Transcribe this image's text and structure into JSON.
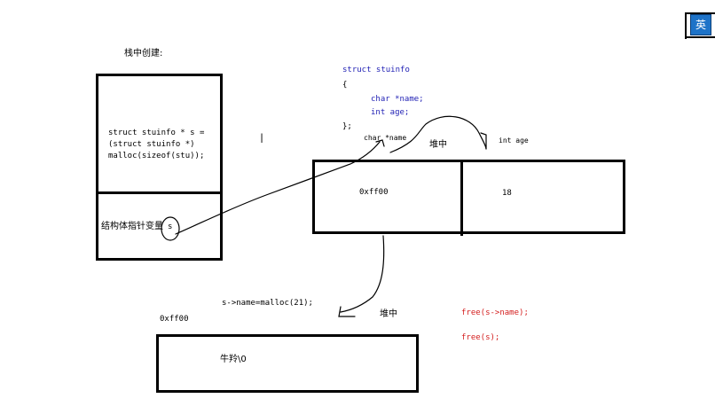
{
  "stack_title": "栈中创建:",
  "stack_code": [
    "struct stuinfo * s =",
    "(struct stuinfo *)",
    "malloc(sizeof(stu));"
  ],
  "stack_var_label": "结构体指针变量",
  "stack_var_s": "s",
  "struct_def": [
    "struct stuinfo",
    "{",
    "char *name;",
    "int age;",
    "};"
  ],
  "heap_label_1": "堆中",
  "heap_field_name": "char *name",
  "heap_field_age": "int age",
  "heap_cell_addr": "0xff00",
  "heap_cell_age": "18",
  "malloc_stmt": "s->name=malloc(21);",
  "addr_label": "0xff00",
  "heap_label_2": "堆中",
  "string_value": "牛羚\\0",
  "free_1": "free(s->name);",
  "free_2": "free(s);",
  "ime_indicator": "英",
  "colors": {
    "keyword_blue": "#1f1fb4",
    "free_red": "#d42020",
    "ime_blue": "#1e73c8"
  }
}
